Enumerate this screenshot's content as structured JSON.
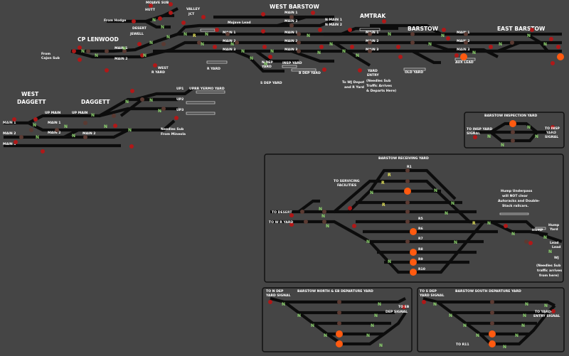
{
  "title": "Barstow area signalling panel",
  "colors": {
    "background": "#454545",
    "track": "#0c0c0c",
    "signal": "#b01818",
    "lamp": "#ff5a10",
    "normal": "#8fd86f",
    "reverse": "#e8e85c"
  },
  "main": {
    "mojave_sub": "MOJAVE SUB",
    "hutt": "HUTT",
    "valley": "VALLEY",
    "jct": "JCT",
    "from_hodge": "From Hodge",
    "desert": "DESERT",
    "jewell": "JEWELL",
    "cp_lenwood": "CP LENWOOD",
    "from_cajon_1": "From",
    "from_cajon_2": "Cajon Sub",
    "west": "WEST",
    "r_yard": "R YARD",
    "r_yard2": "R YARD",
    "mojave_lead": "Mojave Lead",
    "west_barstow": "WEST BARSTOW",
    "amtrak": "AMTRAK",
    "barstow": "BARSTOW",
    "east_barstow": "EAST BARSTOW",
    "main_1": "MAIN 1",
    "main_2": "MAIN 2",
    "main_3": "MAIN 3",
    "n_main_1": "N MAIN 1",
    "n_main_2": "N MAIN 2",
    "n_dep_1": "N DEP",
    "n_dep_2": "YARD",
    "s_dep": "S DEP YARD",
    "insp_yard": "INSP YARD",
    "b_dep_yard": "B DEP YARD",
    "yard_entry_1": "YARD",
    "yard_entry_2": "ENTRY",
    "needles_1": "(Needles Sub",
    "needles_2": "Traffic Arrives",
    "needles_3": "& Departs Here)",
    "to_wj_1": "To WJ Depot",
    "to_wj_2": "and R Yard",
    "old_yard": "OLD YARD",
    "aux_lead": "AUX LEAD",
    "west_daggett_1": "WEST",
    "west_daggett_2": "DAGGETT",
    "daggett": "DAGGETT",
    "up_main": "UP MAIN",
    "up1": "UP1",
    "up2": "UP2",
    "up3": "UP3",
    "uprr_yermo": "UPRR YERMO YARD",
    "needles_sub_1": "Needles Sub",
    "needles_sub_2": "From Mineola",
    "dm1": "MAIN 1",
    "dm2": "MAIN 2",
    "dm3": "MAIN 3"
  },
  "inspection": {
    "title": "BARSTOW INSPECTION YARD",
    "left_1": "TO INSP YARD",
    "left_2": "SIGNAL",
    "right_1": "TO INSP",
    "right_2": "YARD",
    "right_3": "SIGNAL"
  },
  "receiving": {
    "title": "BARSTOW RECEIVING YARD",
    "to_servicing_1": "TO SERVICING",
    "to_servicing_2": "FACILITIES",
    "to_desert": "TO DESERT",
    "to_wr_yard": "TO W R YARD",
    "hump_note_1": "Hump Underpass",
    "hump_note_2": "will NOT clear",
    "hump_note_3": "Autoracks and Double-",
    "hump_note_4": "Stack railcars.",
    "hump": "HUMP",
    "hump_yard_1": "Hump",
    "hump_yard_2": "Yard",
    "lead_1": "Lead",
    "lead_2": "Lead",
    "wj": "WJ",
    "r1": "R1",
    "r5": "R5",
    "r6": "R6",
    "r7": "R7",
    "r8": "R8",
    "r9": "R9",
    "r10": "R10",
    "note_1": "(Needles Sub",
    "note_2": "traffic arrives",
    "note_3": "from here)"
  },
  "north": {
    "title": "BARSTOW NORTH & EB DEPARTURE YARD",
    "left_1": "TO N DEP",
    "left_2": "YARD SIGNAL",
    "right_1": "TO EB",
    "right_2": "DEP SIGNAL"
  },
  "south": {
    "title": "BARSTOW SOUTH DEPARTURE YARD",
    "left_1": "TO S DEP",
    "left_2": "YARD SIGNAL",
    "right_1": "TO YARD-",
    "right_2": "ENTRY SIGNAL",
    "r11": "TO R11"
  }
}
